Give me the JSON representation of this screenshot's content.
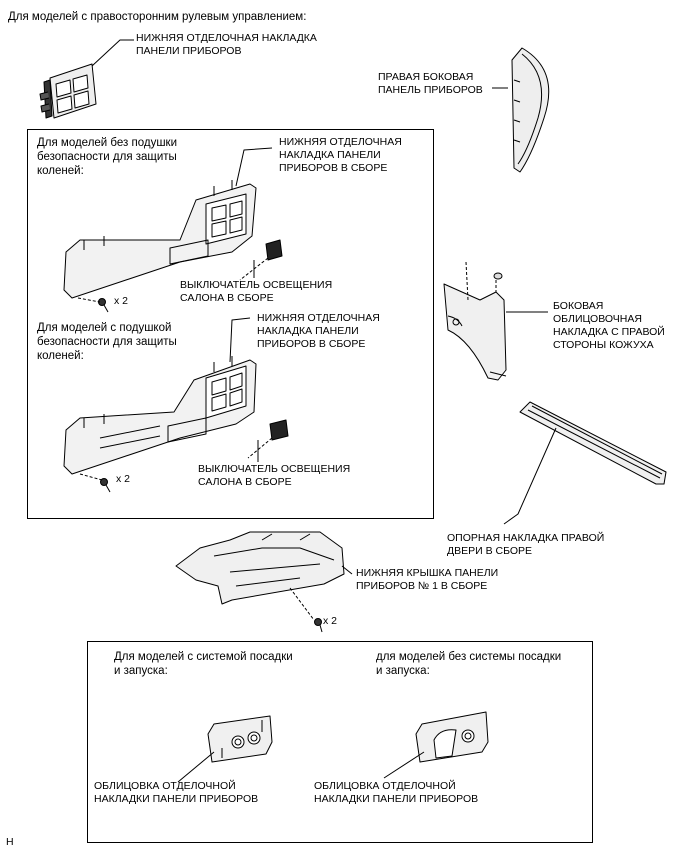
{
  "title": "Для моделей с правосторонним рулевым управлением:",
  "labels": {
    "lower_trim_panel": "НИЖНЯЯ ОТДЕЛОЧНАЯ НАКЛАДКА\nПАНЕЛИ ПРИБОРОВ",
    "right_side_panel": "ПРАВАЯ БОКОВАЯ\nПАНЕЛЬ ПРИБОРОВ",
    "cowl_side_trim": "БОКОВАЯ\nОБЛИЦОВОЧНАЯ\nНАКЛАДКА С ПРАВОЙ\nСТОРОНЫ КОЖУХА",
    "door_scuff_plate": "ОПОРНАЯ НАКЛАДКА ПРАВОЙ\nДВЕРИ В СБОРЕ",
    "lower_cover_no1": "НИЖНЯЯ КРЫШКА ПАНЕЛИ\nПРИБОРОВ № 1 В СБОРЕ",
    "x2_bottom": "x 2"
  },
  "box1": {
    "cond_no_airbag": "Для моделей без подушки\nбезопасности для защиты\nколеней:",
    "assy_label_1": "НИЖНЯЯ ОТДЕЛОЧНАЯ\nНАКЛАДКА ПАНЕЛИ\nПРИБОРОВ В СБОРЕ",
    "switch_label_1": "ВЫКЛЮЧАТЕЛЬ ОСВЕЩЕНИЯ\nСАЛОНА В СБОРЕ",
    "x2_1": "x 2",
    "cond_with_airbag": "Для моделей с подушкой\nбезопасности для защиты\nколеней:",
    "assy_label_2": "НИЖНЯЯ ОТДЕЛОЧНАЯ\nНАКЛАДКА ПАНЕЛИ\nПРИБОРОВ В СБОРЕ",
    "switch_label_2": "ВЫКЛЮЧАТЕЛЬ ОСВЕЩЕНИЯ\nСАЛОНА В СБОРЕ",
    "x2_2": "x 2"
  },
  "box2": {
    "cond_with_entry": "Для моделей с системой посадки\nи запуска:",
    "cond_without_entry": "для моделей без системы посадки\nи запуска:",
    "bezel_label_1": "ОБЛИЦОВКА ОТДЕЛОЧНОЙ\nНАКЛАДКИ ПАНЕЛИ ПРИБОРОВ",
    "bezel_label_2": "ОБЛИЦОВКА ОТДЕЛОЧНОЙ\nНАКЛАДКИ ПАНЕЛИ ПРИБОРОВ"
  },
  "corner_code": "H"
}
